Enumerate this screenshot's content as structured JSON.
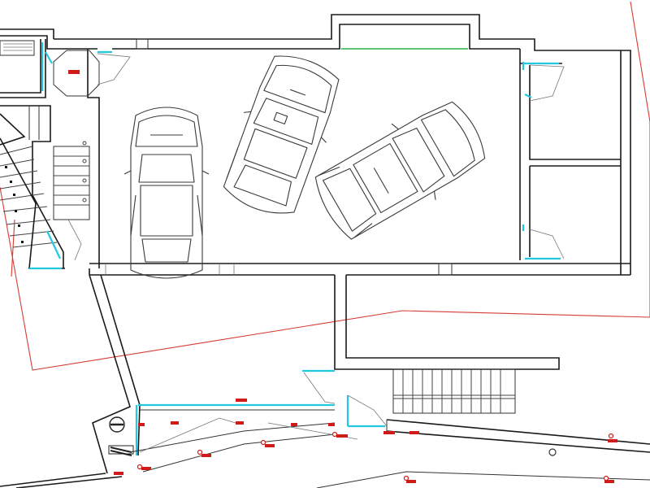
{
  "drawing": {
    "kind": "architectural floor plan",
    "vehicles": [
      "car-left",
      "car-middle",
      "car-right"
    ],
    "colors": {
      "walls": "#1a1a1a",
      "door_swings": "#22c8e0",
      "property_boundary": "#d63c34",
      "markers": "#d11a1a",
      "opening": "#26b24a"
    }
  }
}
